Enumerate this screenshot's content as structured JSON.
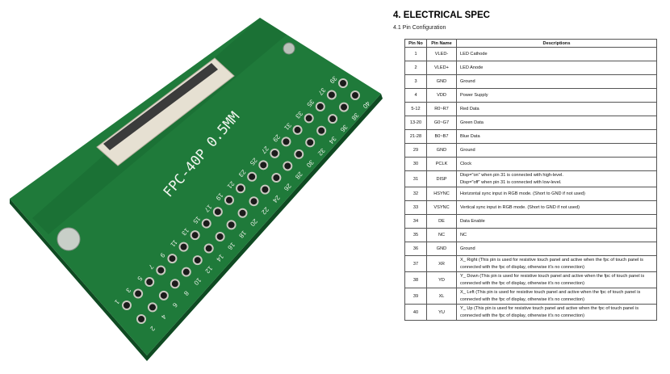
{
  "photo": {
    "board_label": "FPC-40P 0.5MM",
    "connector_marks": [
      "10",
      "15",
      "20",
      "35"
    ],
    "pin_count": 40,
    "colors": {
      "board": "#1f7a3a",
      "board_dark": "#155c2a",
      "connector": "#e6e0d2",
      "copper": "#c9c9c0"
    }
  },
  "doc": {
    "heading": "4. ELECTRICAL SPEC",
    "subheading": "4.1 Pin Configuration",
    "columns": [
      "Pin No",
      "Pin Name",
      "Descriptions"
    ],
    "rows": [
      {
        "no": "1",
        "name": "VLED-",
        "desc": [
          "LED Cathode"
        ]
      },
      {
        "no": "2",
        "name": "VLED+",
        "desc": [
          "LED Anode"
        ]
      },
      {
        "no": "3",
        "name": "GND",
        "desc": [
          "Ground"
        ]
      },
      {
        "no": "4",
        "name": "VDD",
        "desc": [
          "Power Supply"
        ]
      },
      {
        "no": "5-12",
        "name": "R0~R7",
        "desc": [
          "Red Data"
        ]
      },
      {
        "no": "13-20",
        "name": "G0~G7",
        "desc": [
          "Green Data"
        ]
      },
      {
        "no": "21-28",
        "name": "B0~B7",
        "desc": [
          "Blue Data"
        ]
      },
      {
        "no": "29",
        "name": "GND",
        "desc": [
          "Ground"
        ]
      },
      {
        "no": "30",
        "name": "PCLK",
        "desc": [
          "Clock"
        ]
      },
      {
        "no": "31",
        "name": "DISP",
        "desc": [
          "Disp=\"on\" when pin 31 is connected with high-level.",
          "Disp=\"off\" when pin 31 is connected with low-level."
        ]
      },
      {
        "no": "32",
        "name": "HSYNC",
        "desc": [
          "Horizontal sync input in RGB mode. (Short to GND if not used)"
        ]
      },
      {
        "no": "33",
        "name": "VSYNC",
        "desc": [
          "Vertical sync input in RGB mode. (Short to GND if not used)"
        ]
      },
      {
        "no": "34",
        "name": "DE",
        "desc": [
          "Data Enable"
        ]
      },
      {
        "no": "35",
        "name": "NC",
        "desc": [
          "NC"
        ]
      },
      {
        "no": "36",
        "name": "GND",
        "desc": [
          "Ground"
        ]
      },
      {
        "no": "37",
        "name": "XR",
        "desc": [
          "X_ Right (This pin is used for resistive touch panel and active when the fpc of touch panel is",
          "connected with the fpc of display, otherwise it's no connection)"
        ]
      },
      {
        "no": "38",
        "name": "YD",
        "desc": [
          "Y_ Down (This pin is used for resistive touch panel and active when the fpc of touch panel is",
          "connected with the fpc of display, otherwise it's no connection)"
        ]
      },
      {
        "no": "39",
        "name": "XL",
        "desc": [
          "X_ Left (This pin is used for resistive touch panel and active when the fpc of touch panel is",
          "connected with the fpc of display, otherwise it's no connection)"
        ]
      },
      {
        "no": "40",
        "name": "YU",
        "desc": [
          "Y_ Up (This pin is used for resistive touch panel and active when the fpc of touch panel is",
          "connected with the fpc of display, otherwise it's no connection)"
        ]
      }
    ]
  }
}
